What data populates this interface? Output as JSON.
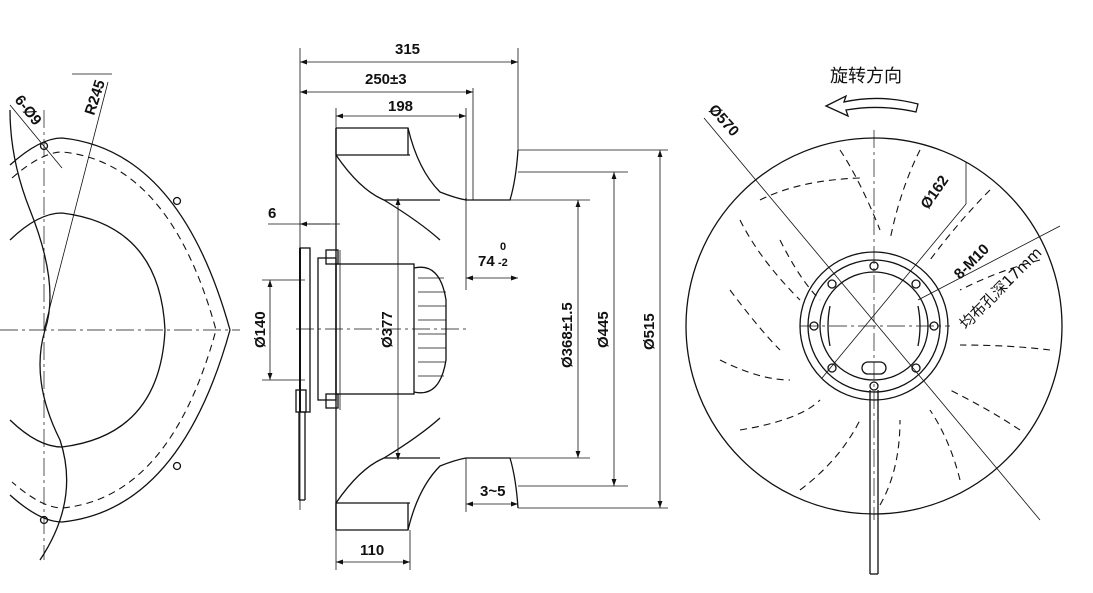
{
  "side_dims": {
    "overall_depth": "315",
    "depth_tol": "250±3",
    "hub_depth": "198",
    "flange": "6",
    "offset": "74",
    "offset_sup": "0",
    "offset_sub": "-2",
    "gap": "3~5",
    "inlet_width": "110",
    "d_motor_shaft": "Ø140",
    "d_motor": "Ø377",
    "d_inlet": "Ø368±1.5",
    "d_bell": "Ø445",
    "d_outer": "Ø515"
  },
  "left_view": {
    "holes": "6-Ø9",
    "radius": "R245"
  },
  "front_view": {
    "rotation_label": "旋转方向",
    "d_impeller": "Ø570",
    "d_hub_circle": "Ø162",
    "thread": "8-M10",
    "thread_note": "均布孔深17mm"
  }
}
